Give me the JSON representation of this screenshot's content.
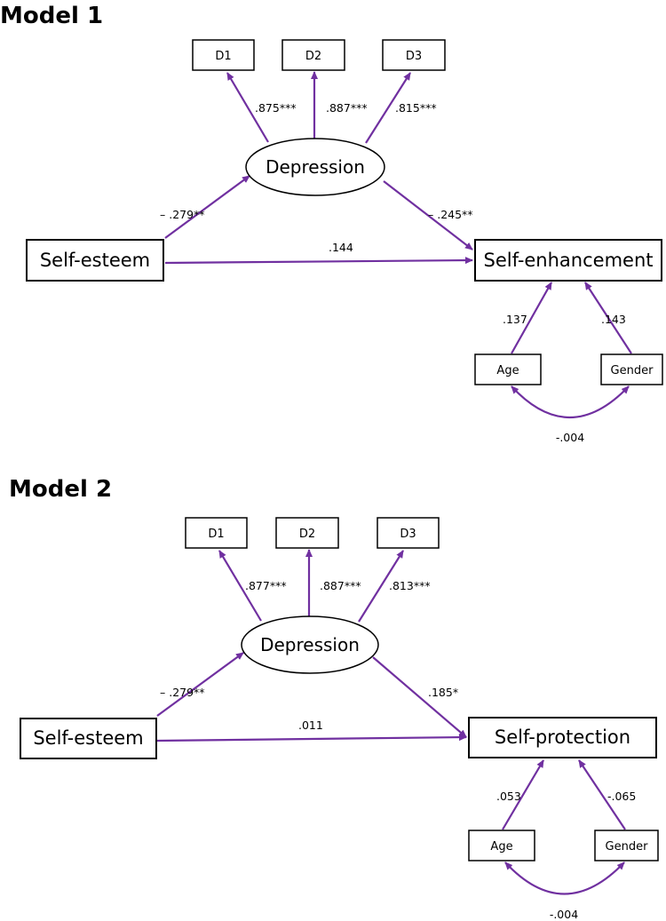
{
  "path_color": "#7030a0",
  "models": [
    {
      "title": "Model 1",
      "indicators": [
        "D1",
        "D2",
        "D3"
      ],
      "latent": "Depression",
      "predictor": "Self-esteem",
      "outcome": "Self-enhancement",
      "covariates": [
        "Age",
        "Gender"
      ],
      "loadings": [
        ".875***",
        ".887***",
        ".815***"
      ],
      "a_path": "– .279**",
      "b_path": "– .245**",
      "c_path": ".144",
      "age_path": ".137",
      "gender_path": ".143",
      "covariance": "-.004"
    },
    {
      "title": "Model 2",
      "indicators": [
        "D1",
        "D2",
        "D3"
      ],
      "latent": "Depression",
      "predictor": "Self-esteem",
      "outcome": "Self-protection",
      "covariates": [
        "Age",
        "Gender"
      ],
      "loadings": [
        ".877***",
        ".887***",
        ".813***"
      ],
      "a_path": "– .279**",
      "b_path": ".185*",
      "c_path": ".011",
      "age_path": ".053",
      "gender_path": "-.065",
      "covariance": "-.004"
    }
  ]
}
